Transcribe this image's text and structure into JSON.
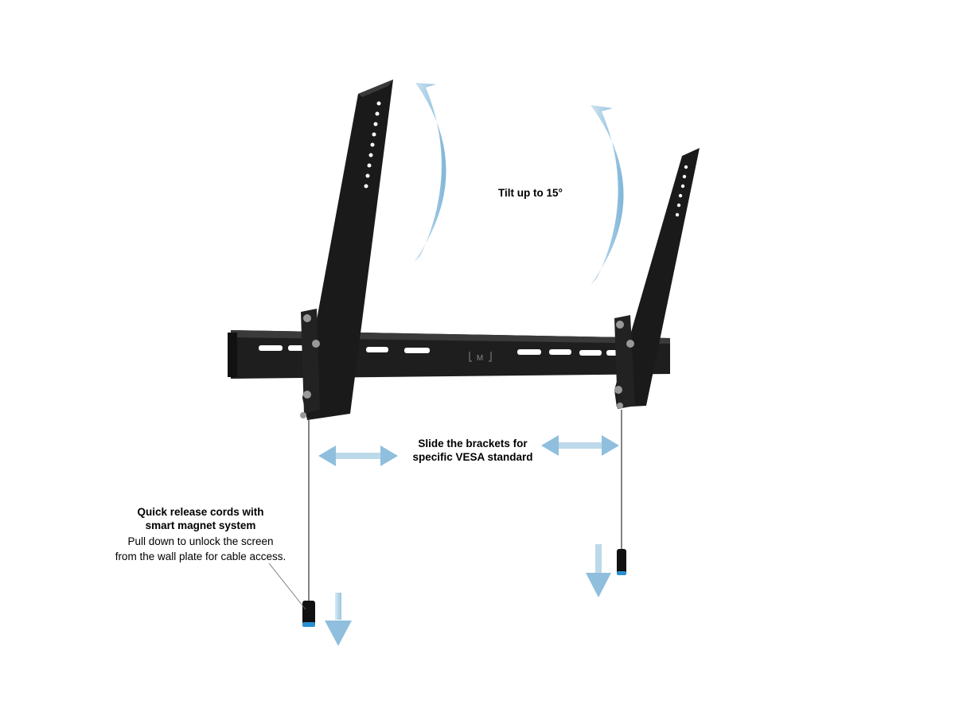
{
  "annotations": {
    "tilt": "Tilt up to 15°",
    "slide_line1": "Slide the brackets for",
    "slide_line2": "specific VESA standard",
    "cords_title_line1": "Quick release cords with",
    "cords_title_line2": "smart magnet system",
    "cords_desc_line1": "Pull down to unlock the screen",
    "cords_desc_line2": "from the wall plate for cable access."
  },
  "logo": "M",
  "colors": {
    "arrow": "#8fbfdc",
    "metal": "#1c1c1c",
    "magnet_accent": "#2a8fd0"
  }
}
